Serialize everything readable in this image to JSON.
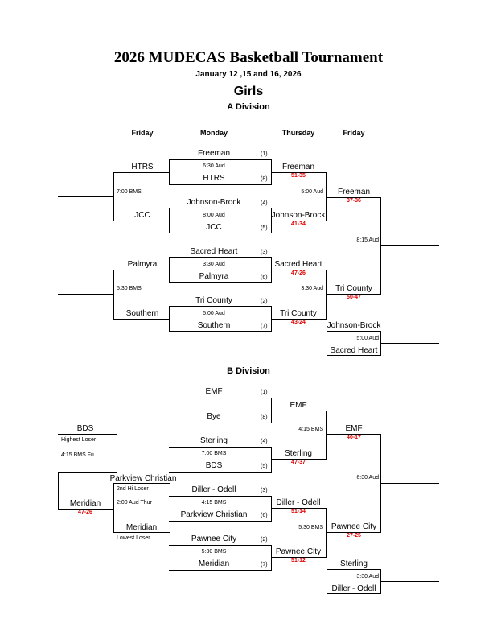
{
  "header": {
    "title": "2026 MUDECAS Basketball Tournament",
    "dates": "January 12 ,15 and 16, 2026",
    "subtitle": "Girls"
  },
  "a_division": {
    "title": "A Division",
    "columns": [
      "Friday",
      "Monday",
      "Thursday",
      "Friday"
    ],
    "monday": [
      {
        "team": "Freeman",
        "seed": "(1)",
        "time": "6:30 Aud"
      },
      {
        "team": "HTRS",
        "seed": "(8)"
      },
      {
        "team": "Johnson-Brock",
        "seed": "(4)",
        "time": "8:00 Aud"
      },
      {
        "team": "JCC",
        "seed": "(5)"
      },
      {
        "team": "Sacred Heart",
        "seed": "(3)",
        "time": "3:30 Aud"
      },
      {
        "team": "Palmyra",
        "seed": "(6)"
      },
      {
        "team": "Tri County",
        "seed": "(2)",
        "time": "5:00 Aud"
      },
      {
        "team": "Southern",
        "seed": "(7)"
      }
    ],
    "thursday": [
      {
        "team": "Freeman",
        "score": "51-35"
      },
      {
        "team": "Johnson-Brock",
        "score": "41-34"
      },
      {
        "team": "Sacred Heart",
        "score": "47-26"
      },
      {
        "team": "Tri County",
        "score": "43-24"
      }
    ],
    "thursday_times": [
      "5:00 Aud",
      "3:30 Aud"
    ],
    "friday_final": [
      {
        "team": "Freeman",
        "score": "37-36"
      },
      {
        "team": "Tri County",
        "score": "50-47"
      }
    ],
    "final_time": "8:15 Aud",
    "consolation_left": {
      "teams": [
        "HTRS",
        "JCC",
        "Palmyra",
        "Southern"
      ],
      "times": [
        "7:00 BMS",
        "5:30 BMS"
      ]
    },
    "third_place": {
      "teams": [
        "Johnson-Brock",
        "Sacred Heart"
      ],
      "time": "5:00 Aud"
    }
  },
  "b_division": {
    "title": "B Division",
    "monday": [
      {
        "team": "EMF",
        "seed": "(1)"
      },
      {
        "team": "Bye",
        "seed": "(8)"
      },
      {
        "team": "Sterling",
        "seed": "(4)",
        "time": "7:00 BMS"
      },
      {
        "team": "BDS",
        "seed": "(5)"
      },
      {
        "team": "Diller - Odell",
        "seed": "(3)",
        "time": "4:15 BMS"
      },
      {
        "team": "Parkview Christian",
        "seed": "(6)"
      },
      {
        "team": "Pawnee City",
        "seed": "(2)",
        "time": "5:30 BMS"
      },
      {
        "team": "Meridian",
        "seed": "(7)"
      }
    ],
    "thursday": [
      {
        "team": "EMF"
      },
      {
        "team": "Sterling",
        "score": "47-37"
      },
      {
        "team": "Diller - Odell",
        "score": "51-14"
      },
      {
        "team": "Pawnee City",
        "score": "51-12"
      }
    ],
    "thursday_times": [
      "4:15 BMS",
      "5:30 BMS"
    ],
    "friday_final": [
      {
        "team": "EMF",
        "score": "40-17"
      },
      {
        "team": "Pawnee City",
        "score": "27-25"
      }
    ],
    "final_time": "6:30 Aud",
    "loser_bracket": {
      "bds": "BDS",
      "highest_loser": "Highest Loser",
      "bds_time": "4:15 BMS Fri",
      "parkview": "Parkview Christian",
      "second_hi_loser": "2nd Hi Loser",
      "pc_time": "2:00 Aud Thur",
      "meridian_right": "Meridian",
      "lowest_loser": "Lowest Loser",
      "meridian_left": "Meridian",
      "meridian_score": "47-26"
    },
    "third_place": {
      "teams": [
        "Sterling",
        "Diller - Odell"
      ],
      "time": "3:30 Aud"
    }
  }
}
